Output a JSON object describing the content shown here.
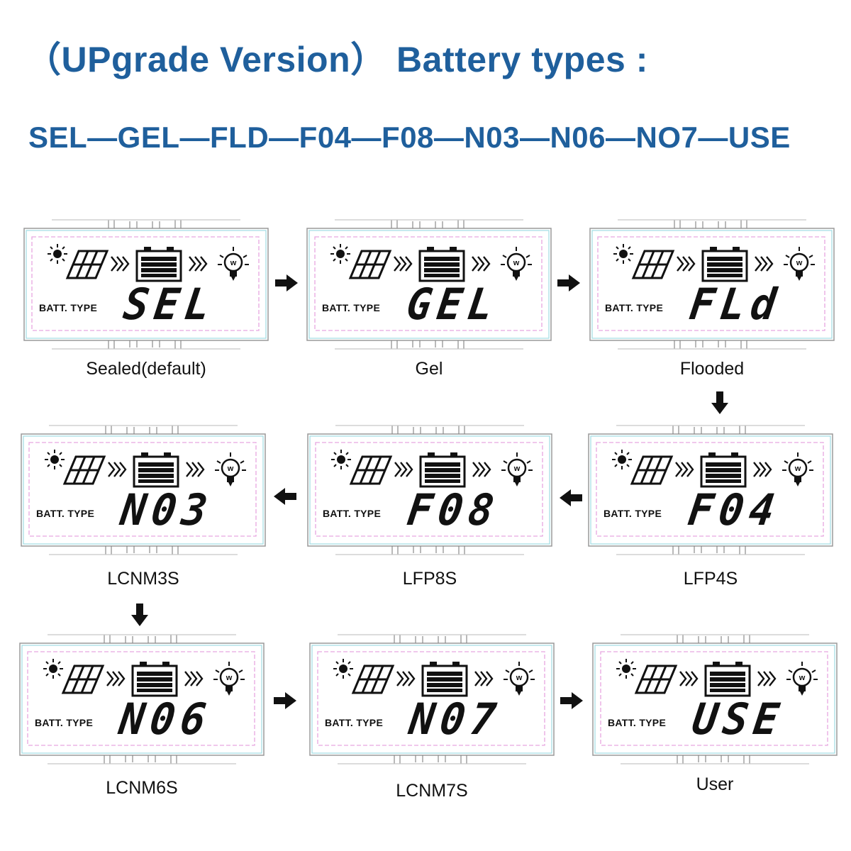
{
  "title": "（UPgrade Version） Battery types :",
  "sequence": "SEL—GEL—FLD—F04—F08—N03—N06—NO7—USE",
  "batt_label": "BATT.  TYPE",
  "panels": [
    {
      "code": "SEL",
      "caption": "Sealed(default)"
    },
    {
      "code": "GEL",
      "caption": "Gel"
    },
    {
      "code": "FLd",
      "caption": "Flooded"
    },
    {
      "code": "F04",
      "caption": "LFP4S"
    },
    {
      "code": "F08",
      "caption": "LFP8S"
    },
    {
      "code": "N03",
      "caption": "LCNM3S"
    },
    {
      "code": "N06",
      "caption": "LCNM6S"
    },
    {
      "code": "N07",
      "caption": "LCNM7S"
    },
    {
      "code": "USE",
      "caption": "User"
    }
  ],
  "colors": {
    "title": "#1f5f9c",
    "dashed_border": "#e7a6e0",
    "cyan_border": "#9fdde3"
  },
  "icons": [
    "sun-icon",
    "solar-panel-icon",
    "chevrons-right-icon",
    "battery-icon",
    "light-bulb-icon",
    "arrow-right-icon",
    "arrow-down-icon",
    "arrow-left-icon"
  ]
}
